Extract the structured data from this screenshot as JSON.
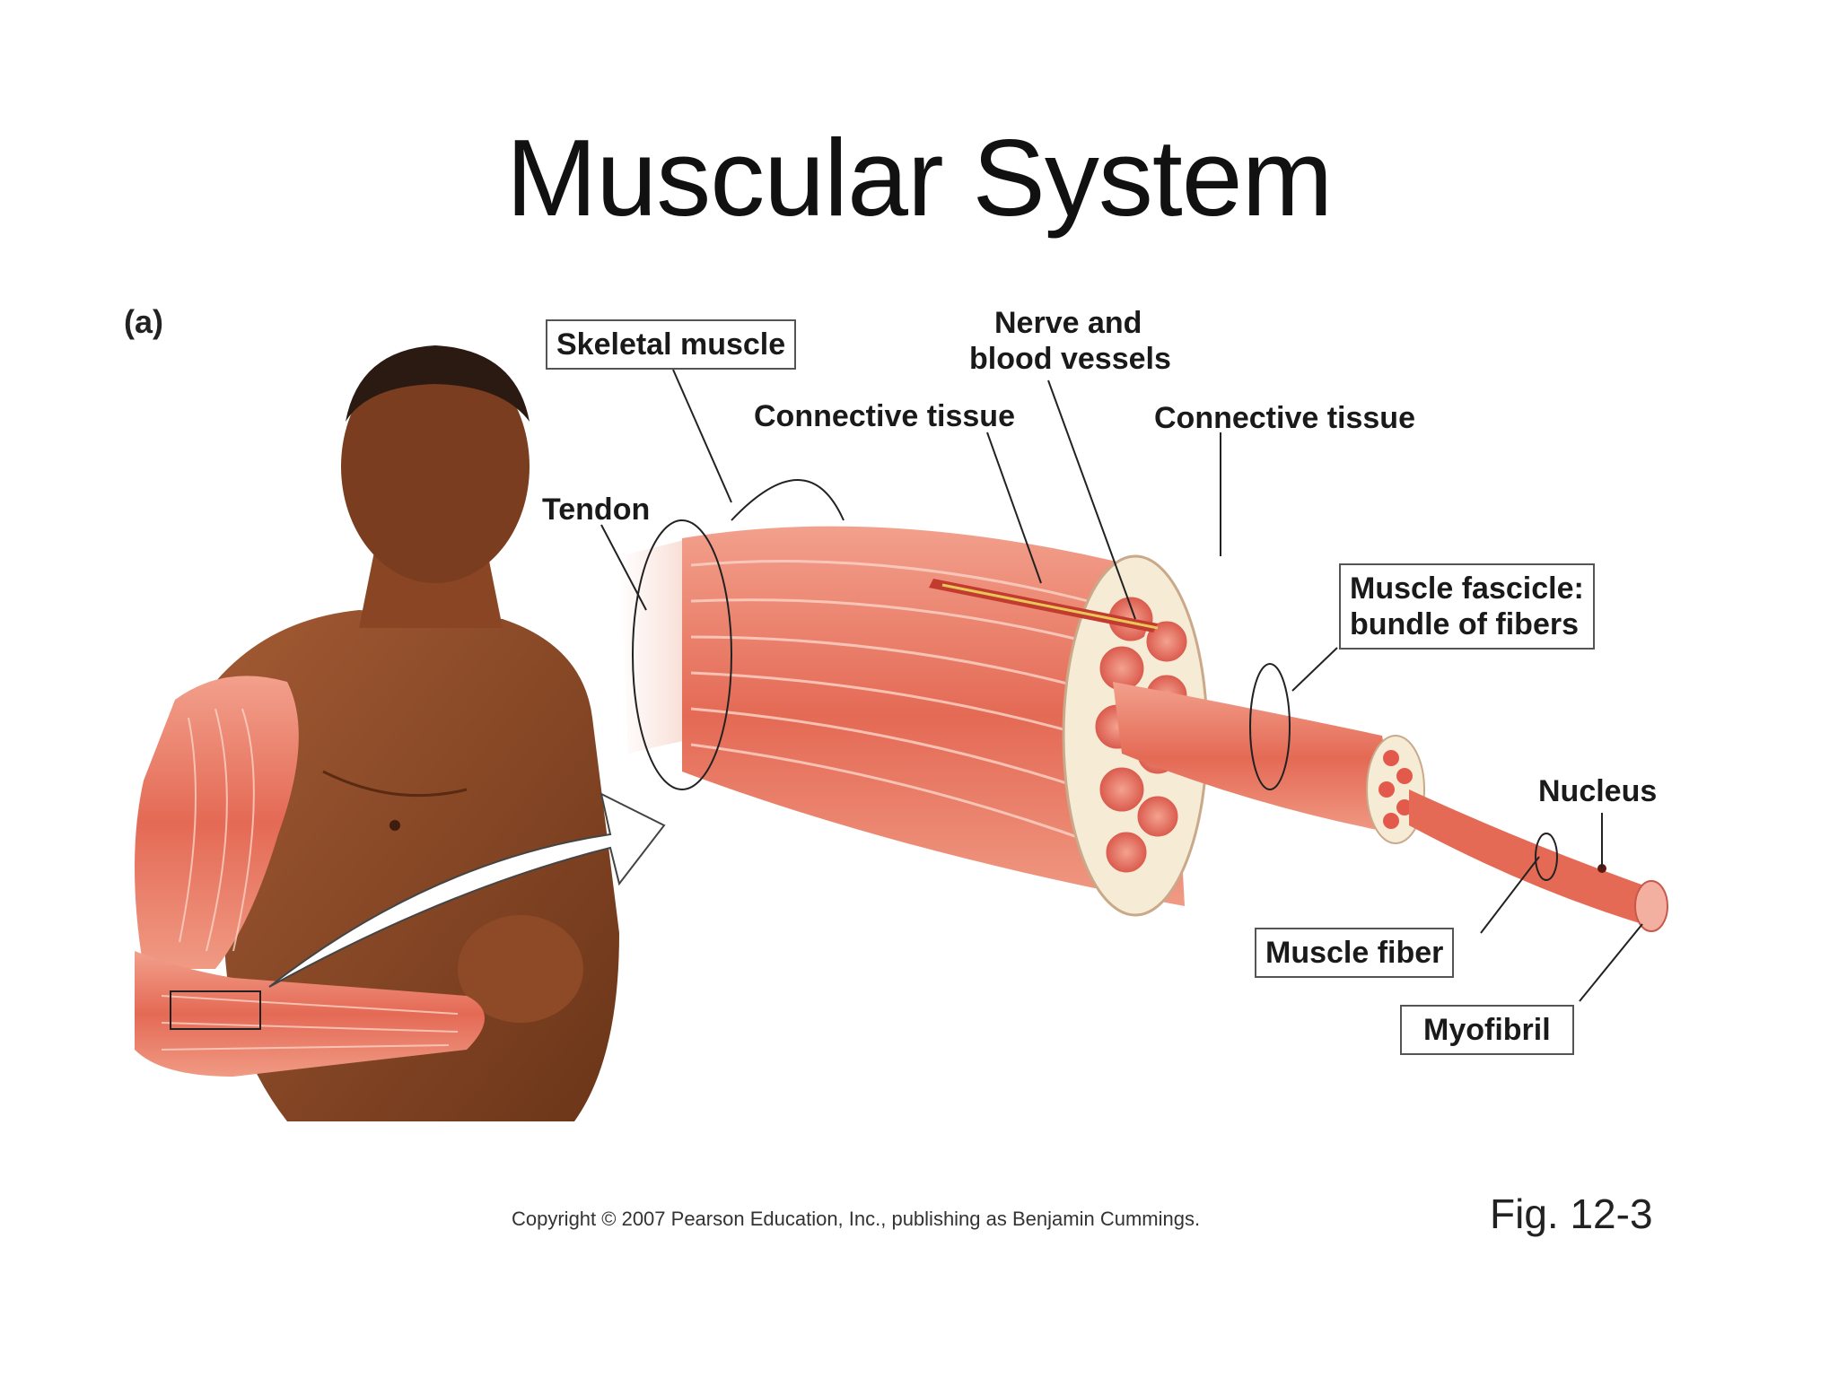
{
  "title": "Muscular System",
  "panel_label": "(a)",
  "labels": {
    "skeletal_muscle": "Skeletal muscle",
    "nerve_line1": "Nerve and",
    "nerve_line2": "blood vessels",
    "connective_tissue_left": "Connective tissue",
    "connective_tissue_right": "Connective tissue",
    "tendon": "Tendon",
    "fascicle_line1": "Muscle fascicle:",
    "fascicle_line2": "bundle of fibers",
    "nucleus": "Nucleus",
    "muscle_fiber": "Muscle fiber",
    "myofibril": "Myofibril"
  },
  "copyright": "Copyright © 2007 Pearson Education, Inc., publishing as Benjamin Cummings.",
  "figure_number": "Fig. 12-3",
  "colors": {
    "muscle": "#e8735f",
    "muscle_light": "#f4a793",
    "skin": "#8a4a2a",
    "connective": "#f6ecd6"
  }
}
